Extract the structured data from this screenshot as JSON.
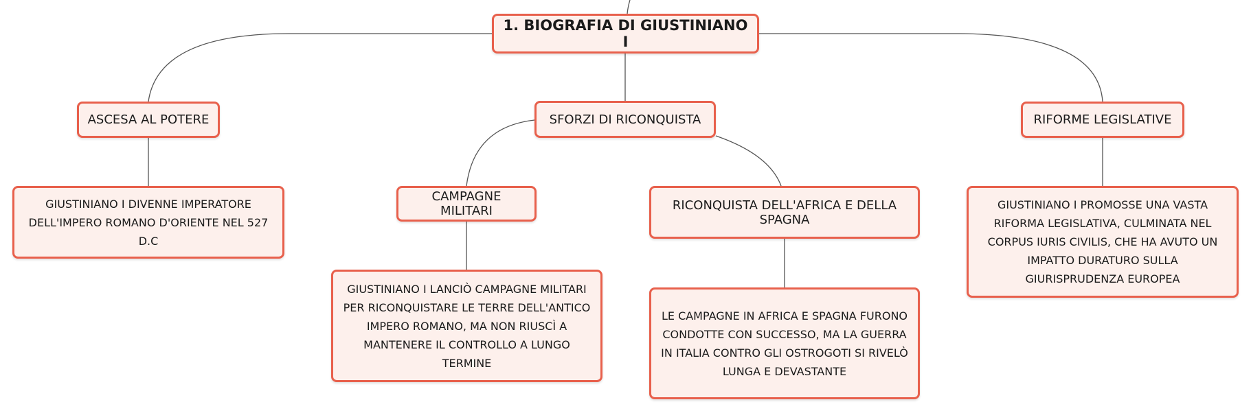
{
  "diagram": {
    "root": {
      "label": "1. BIOGRAFIA DI GIUSTINIANO I"
    },
    "branches": [
      {
        "label": "ASCESA AL POTERE",
        "detail": "GIUSTINIANO I DIVENNE IMPERATORE DELL'IMPERO ROMANO D'ORIENTE NEL 527 D.C"
      },
      {
        "label": "SFORZI DI RICONQUISTA",
        "children": [
          {
            "label": "CAMPAGNE MILITARI",
            "detail": "GIUSTINIANO I LANCIÒ CAMPAGNE MILITARI PER RICONQUISTARE LE TERRE DELL'ANTICO IMPERO ROMANO, MA NON RIUSCÌ A MANTENERE IL CONTROLLO A LUNGO TERMINE"
          },
          {
            "label": "RICONQUISTA DELL'AFRICA E DELLA SPAGNA",
            "detail": "LE CAMPAGNE IN AFRICA E SPAGNA FURONO CONDOTTE CON SUCCESSO, MA LA GUERRA IN ITALIA CONTRO GLI OSTROGOTI SI RIVELÒ LUNGA E DEVASTANTE"
          }
        ]
      },
      {
        "label": "RIFORME LEGISLATIVE",
        "detail": "GIUSTINIANO I PROMOSSE UNA VASTA RIFORMA LEGISLATIVA, CULMINATA NEL CORPUS IURIS CIVILIS, CHE HA AVUTO UN IMPATTO DURATURO SULLA GIURISPRUDENZA EUROPEA"
      }
    ]
  },
  "colors": {
    "node_border": "#e8604c",
    "node_fill": "#fdf0ec",
    "connector": "#555555"
  }
}
